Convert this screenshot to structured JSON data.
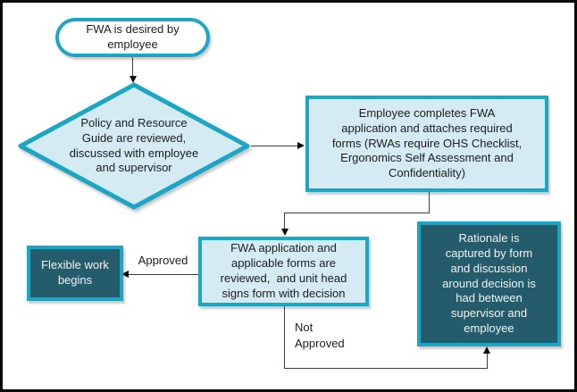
{
  "flowchart": {
    "nodes": {
      "start": "FWA is desired by\nemployee",
      "review_decision": "Policy and Resource\nGuide are reviewed,\ndiscussed with employee\nand supervisor",
      "complete_application": "Employee completes FWA\napplication and attaches required\nforms (RWAs require OHS Checklist,\nErgonomics Self Assessment and\nConfidentiality)",
      "unit_head_review": "FWA application and\napplicable forms are\nreviewed,  and unit head\nsigns form with decision",
      "flexible_work_begins": "Flexible work\nbegins",
      "rationale": "Rationale is\ncaptured by form\nand discussion\naround decision is\nhad between\nsupervisor and\nemployee"
    },
    "edge_labels": {
      "approved": "Approved",
      "not_approved": "Not\nApproved"
    },
    "colors": {
      "accent_border": "#1ba6c5",
      "light_node_fill": "#d5ebf4",
      "dark_node_fill": "#255c6c",
      "start_node_fill": "#ffffff",
      "connector_line": "#3c3c3c",
      "canvas_border": "#0a0a0a"
    }
  }
}
